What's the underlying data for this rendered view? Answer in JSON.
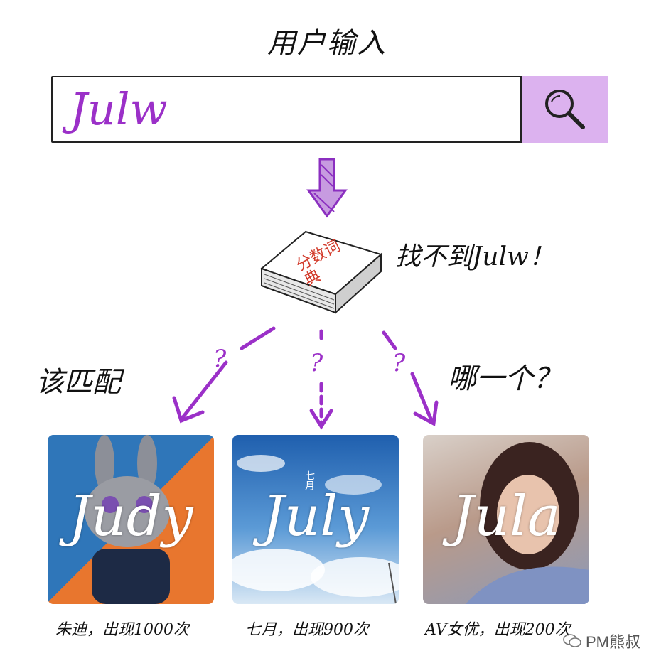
{
  "title": "用户输入",
  "search": {
    "typed": "Julw"
  },
  "dictionary": {
    "cover_text": "分数词典"
  },
  "not_found": "找不到Julw！",
  "question_left": "该匹配",
  "question_right": "哪一个？",
  "arrow_mark": "?",
  "cards": [
    {
      "word": "Judy",
      "caption": "朱迪，出现1000次"
    },
    {
      "word": "July",
      "overlay": "七月",
      "caption": "七月，出现900次"
    },
    {
      "word": "Jula",
      "caption": "AV女优，出现200次"
    }
  ],
  "watermark": "PM熊叔",
  "colors": {
    "accent": "#9b30c8",
    "search_button_bg": "#dcb2ef",
    "ink": "#111111",
    "dict_red": "#d23a2a"
  }
}
